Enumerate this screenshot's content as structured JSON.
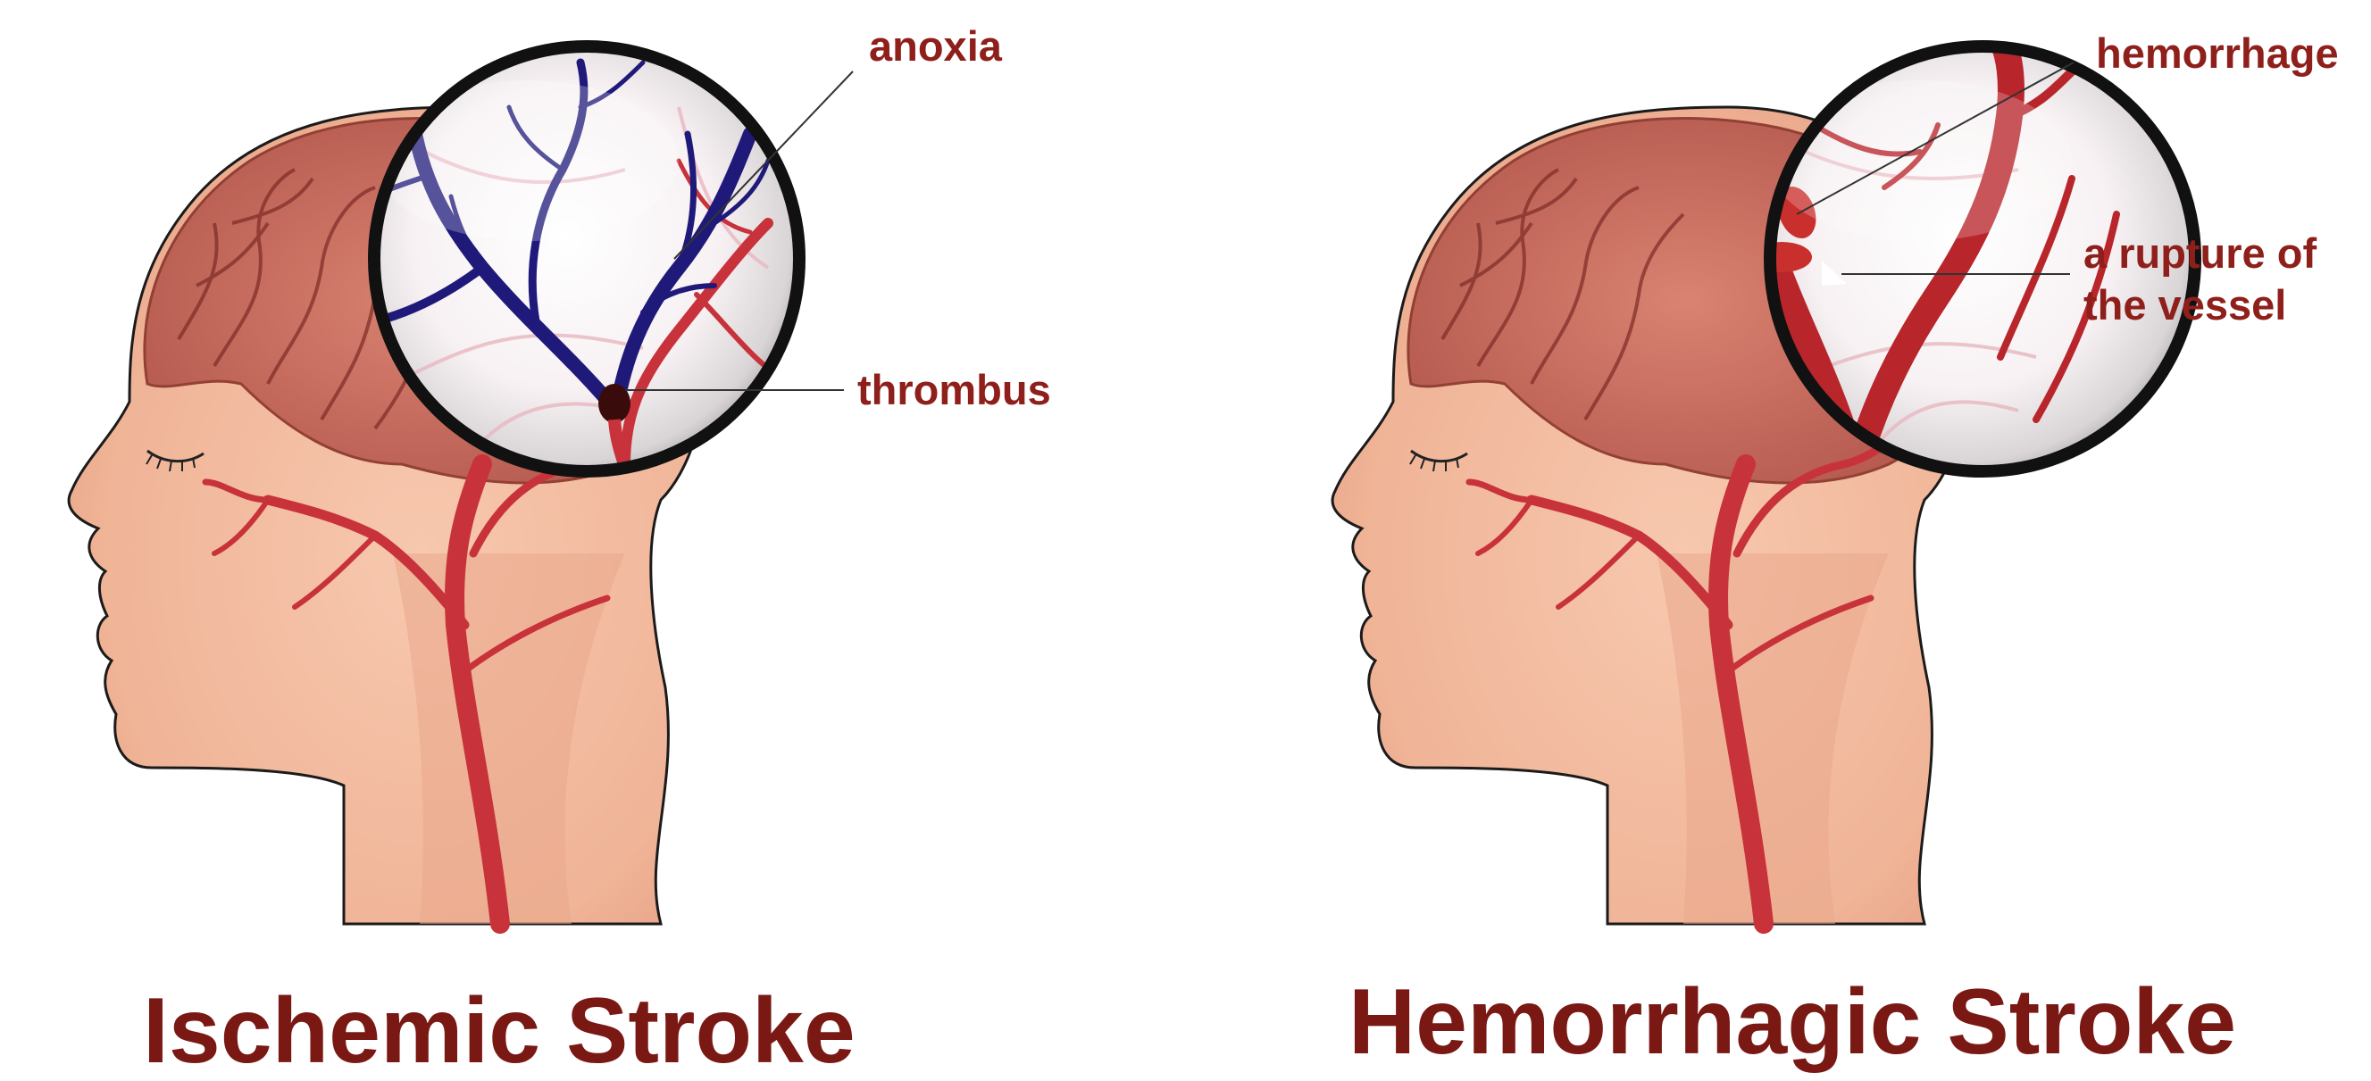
{
  "panels": [
    {
      "title": "Ischemic Stroke",
      "labels": {
        "anoxia": "anoxia",
        "thrombus": "thrombus"
      }
    },
    {
      "title": "Hemorrhagic Stroke",
      "labels": {
        "hemorrhage": "hemorrhage",
        "rupture_line1": "a rupture of",
        "rupture_line2": "the vessel"
      }
    }
  ],
  "colors": {
    "label_text": "#8e1f1b",
    "title_text": "#7a1814",
    "skin": "#f3c1a6",
    "skin_shade": "#e8a489",
    "brain": "#c66a55",
    "artery": "#c8323a",
    "clot_vessel": "#1f1a7a",
    "lens_rim": "#111111"
  },
  "icons": {
    "head_left": "head-profile-icon",
    "head_right": "head-profile-icon",
    "lens_left": "magnifier-lens-icon",
    "lens_right": "magnifier-lens-icon"
  }
}
